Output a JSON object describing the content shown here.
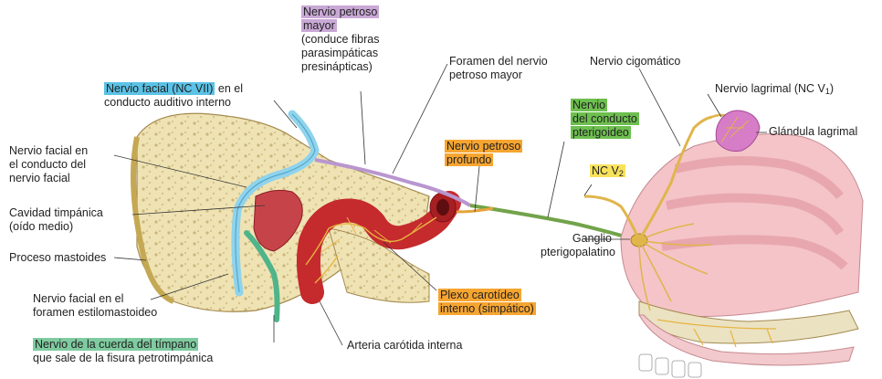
{
  "labels": {
    "nervio_petroso_mayor": {
      "line1": "Nervio petroso",
      "line2": "mayor",
      "rest1": "(conduce fibras",
      "rest2": "parasimpáticas",
      "rest3": "presinápticas)"
    },
    "nervio_facial_conducto_auditivo": {
      "hl": "Nervio facial (NC VII)",
      "rest1": " en el",
      "rest2": "conducto auditivo interno"
    },
    "foramen_petroso": {
      "line1": "Foramen del nervio",
      "line2": "petroso mayor"
    },
    "nervio_cigomatico": "Nervio cigomático",
    "nervio_lagrimal": {
      "text": "Nervio lagrimal (NC V",
      "sub": "1",
      "close": ")"
    },
    "glandula_lagrimal": "Glándula lagrimal",
    "nervio_conducto_pterigoideo": {
      "line1": "Nervio",
      "line2": "del conducto",
      "line3": "pterigoideo"
    },
    "nervio_petroso_profundo": {
      "line1": "Nervio petroso",
      "line2": "profundo"
    },
    "nc_v2": {
      "text": "NC V",
      "sub": "2"
    },
    "ganglio": {
      "line1": "Ganglio",
      "line2": "pterigopalatino"
    },
    "nervio_facial_conducto": {
      "line1": "Nervio facial en",
      "line2": "el conducto del",
      "line3": "nervio facial"
    },
    "cavidad_timpanica": {
      "line1": "Cavidad timpánica",
      "line2": "(oído medio)"
    },
    "proceso_mastoides": "Proceso mastoides",
    "nervio_facial_foramen": {
      "line1": "Nervio facial en el",
      "line2": "foramen estilomastoideo"
    },
    "plexo_carotideo": {
      "line1": "Plexo carotídeo",
      "line2": "interno (simpático)"
    },
    "cuerda_timpano": {
      "hl": "Nervio de la cuerda del tímpano",
      "line2": "que sale de la fisura petrotimpánica"
    },
    "arteria_carotida": "Arteria carótida interna"
  },
  "colors": {
    "bone": "#efe3b4",
    "bone_dot": "#cbb77d",
    "artery": "#c8282b",
    "nerve_yellow": "#e0b54a",
    "facial_nerve": "#8fd3ec",
    "petrosal_purple": "#b996cf",
    "pterygoid_green": "#72a34a",
    "chorda_green": "#4fb489",
    "mucosa": "#f4c4c9",
    "gland": "#d77cc7"
  }
}
